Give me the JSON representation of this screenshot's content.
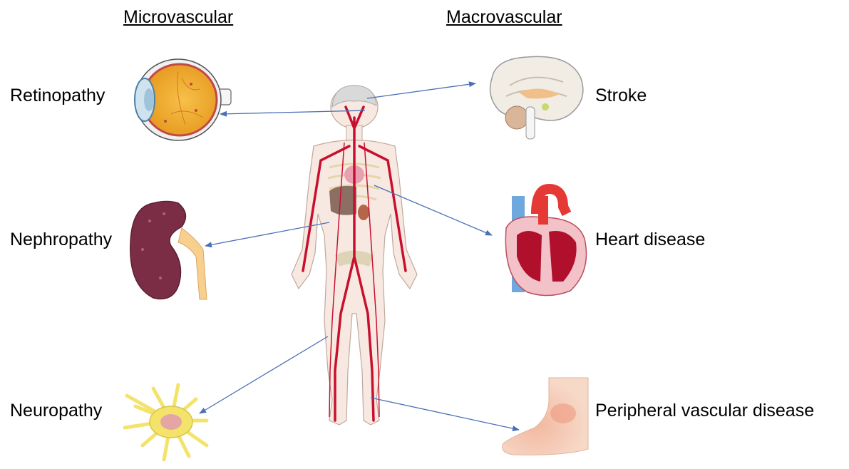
{
  "headings": {
    "left": "Microvascular",
    "right": "Macrovascular"
  },
  "microvascular": [
    {
      "label": "Retinopathy",
      "icon": "eye-icon"
    },
    {
      "label": "Nephropathy",
      "icon": "kidney-icon"
    },
    {
      "label": "Neuropathy",
      "icon": "neuron-icon"
    }
  ],
  "macrovascular": [
    {
      "label": "Stroke",
      "icon": "brain-icon"
    },
    {
      "label": "Heart disease",
      "icon": "heart-icon"
    },
    {
      "label": "Peripheral vascular disease",
      "icon": "foot-icon"
    }
  ],
  "colors": {
    "arrow": "#4a6fb5",
    "vessel": "#c8102e",
    "skin": "#f7e9e1"
  }
}
